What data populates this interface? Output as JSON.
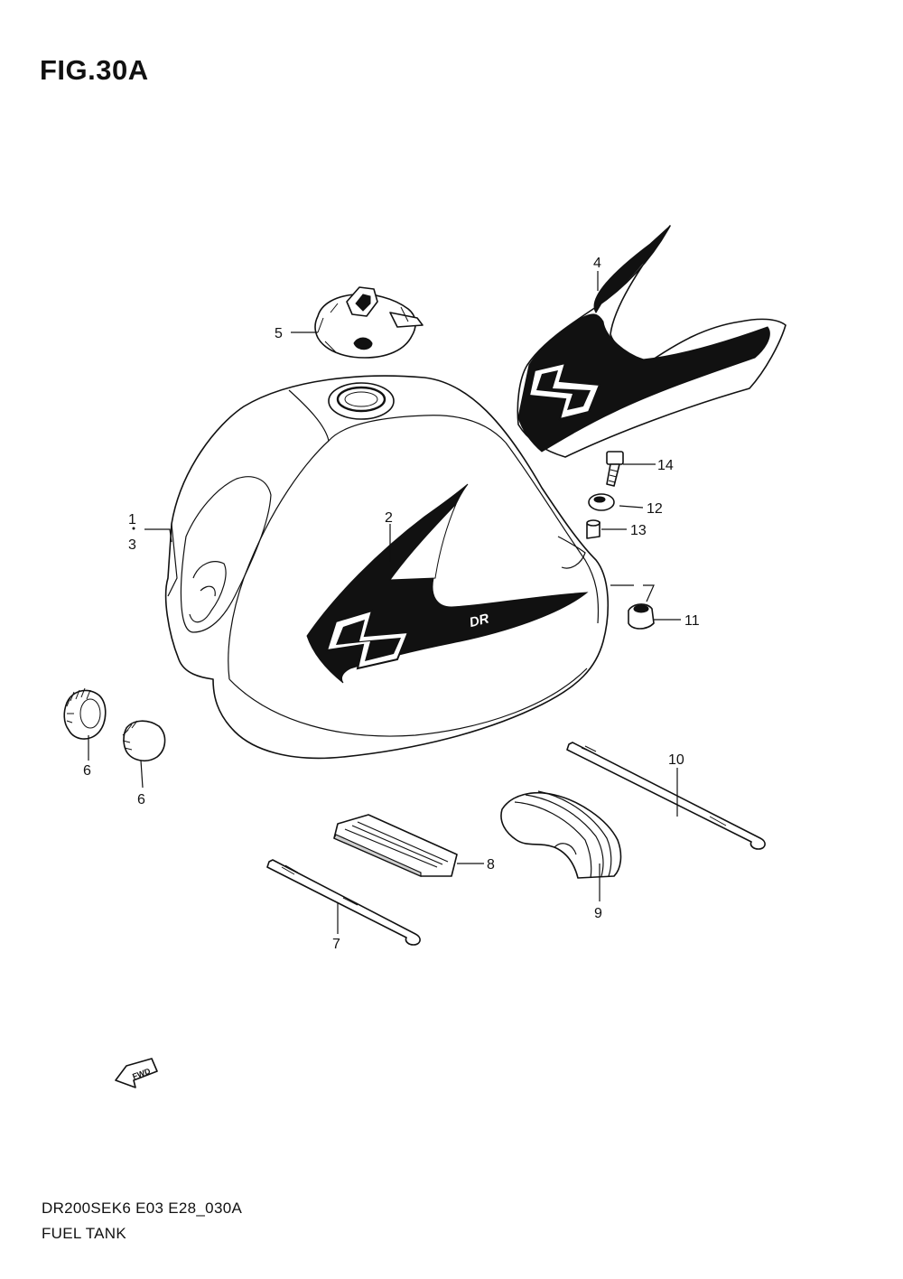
{
  "figure": {
    "title": "FIG.30A",
    "code": "DR200SEK6 E03 E28_030A",
    "name": "FUEL TANK",
    "fwd_label": "FWD"
  },
  "callouts": {
    "c1": "1",
    "c2": "2",
    "c3": "3",
    "c4": "4",
    "c5": "5",
    "c6a": "6",
    "c6b": "6",
    "c7": "7",
    "c8": "8",
    "c9": "9",
    "c10": "10",
    "c11": "11",
    "c12": "12",
    "c13": "13",
    "c14": "14"
  }
}
